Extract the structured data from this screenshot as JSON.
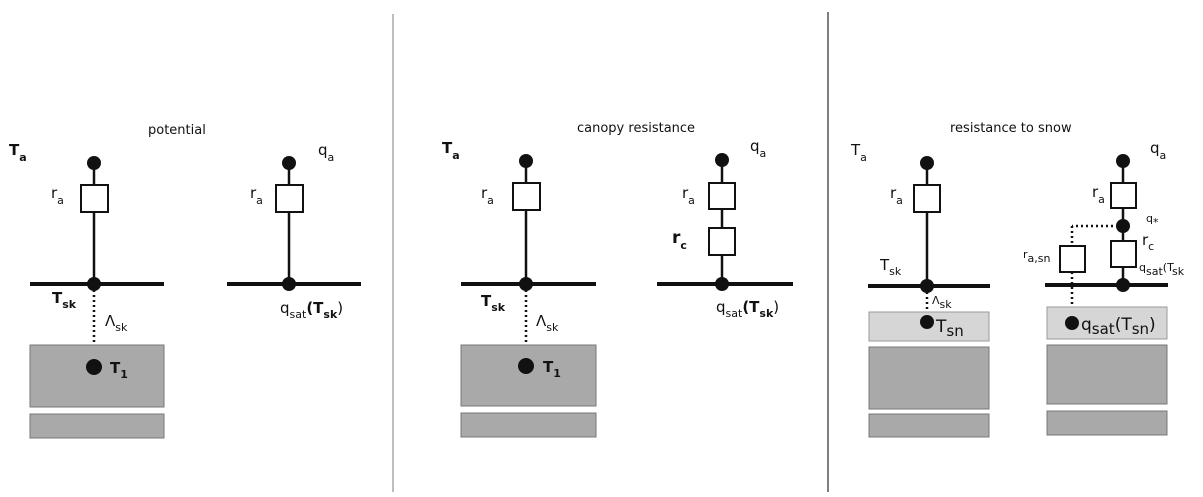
{
  "panels": [
    {
      "title": "potential",
      "heat": {
        "air": "T",
        "air_sub": "a",
        "res": "r",
        "res_sub": "a",
        "surface": "T",
        "surface_sub": "sk",
        "cond": "Λ",
        "cond_sub": "sk",
        "ground": "T",
        "ground_sub": "1"
      },
      "moist": {
        "air": "q",
        "air_sub": "a",
        "res": "r",
        "res_sub": "a",
        "sat": "q",
        "sat_sub": "sat",
        "sat_arg": "(T",
        "sat_arg_sub": "sk",
        "sat_close": ")"
      }
    },
    {
      "title": "canopy resistance",
      "heat": {
        "air": "T",
        "air_sub": "a",
        "res": "r",
        "res_sub": "a",
        "surface": "T",
        "surface_sub": "sk",
        "cond": "Λ",
        "cond_sub": "sk",
        "ground": "T",
        "ground_sub": "1"
      },
      "moist": {
        "air": "q",
        "air_sub": "a",
        "res": "r",
        "res_sub": "a",
        "canopy": "r",
        "canopy_sub": "c",
        "sat": "q",
        "sat_sub": "sat",
        "sat_arg": "(T",
        "sat_arg_sub": "sk",
        "sat_close": ")"
      }
    },
    {
      "title": "resistance to snow",
      "heat": {
        "air": "T",
        "air_sub": "a",
        "res": "r",
        "res_sub": "a",
        "surface": "T",
        "surface_sub": "sk",
        "cond": "Λ",
        "cond_sub": "sk",
        "snow": "T",
        "snow_sub": "sn"
      },
      "moist": {
        "air": "q",
        "air_sub": "a",
        "res": "r",
        "res_sub": "a",
        "mid": "q",
        "mid_sub": "*",
        "canopy": "r",
        "canopy_sub": "c",
        "snowres": "r",
        "snowres_sub": "a,sn",
        "sat": "q",
        "sat_sub": "sat",
        "sat_arg": "(T",
        "sat_arg_sub": "sk",
        "snowsat": "q",
        "snowsat_sub": "sat",
        "snowsat_arg": "(T",
        "snowsat_arg_sub": "sn",
        "snowsat_close": ")"
      }
    }
  ],
  "colors": {
    "ink": "#111111",
    "soil": "#a9a9a9",
    "snow": "#d6d6d6",
    "divider": "#bdbdbd"
  }
}
